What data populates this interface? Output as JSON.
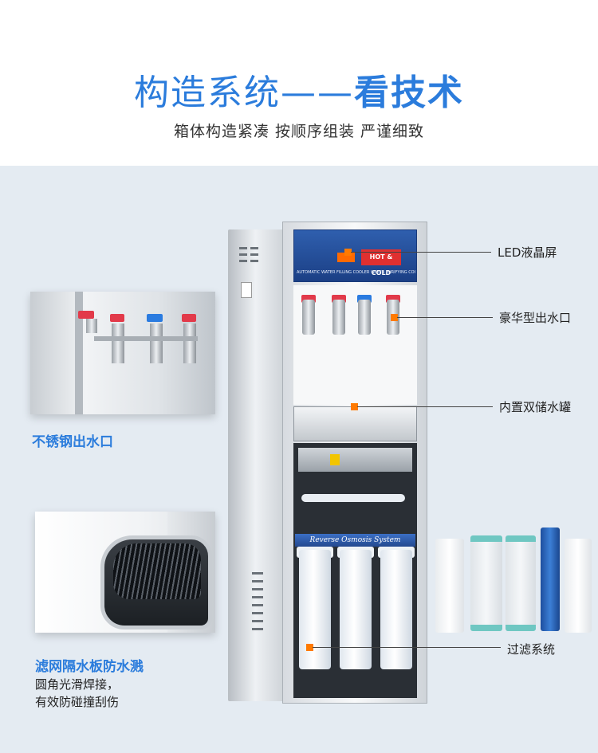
{
  "header": {
    "title_light": "构造系统——",
    "title_bold": "看技术",
    "subtitle": "箱体构造紧凑 按顺序组装 严谨细致"
  },
  "machine": {
    "panel_badge": "HOT & COLD",
    "panel_strip": "AUTOMATIC WATER FILLING COOLER WATER PURIFYING COOLER",
    "ro_band": "Reverse Osmosis System"
  },
  "callouts": {
    "lcd": "LED液晶屏",
    "taps": "豪华型出水口",
    "tank": "内置双储水罐",
    "filters": "过滤系统"
  },
  "inset_faucet": {
    "caption": "不锈钢出水口"
  },
  "inset_drip": {
    "caption": "滤网隔水板防水溅",
    "desc_line1": "圆角光滑焊接，",
    "desc_line2": "有效防碰撞刮伤"
  },
  "colors": {
    "accent_blue": "#2b7cdc",
    "marker_orange": "#ff7a00",
    "panel_bg": "#e4ebf2"
  }
}
